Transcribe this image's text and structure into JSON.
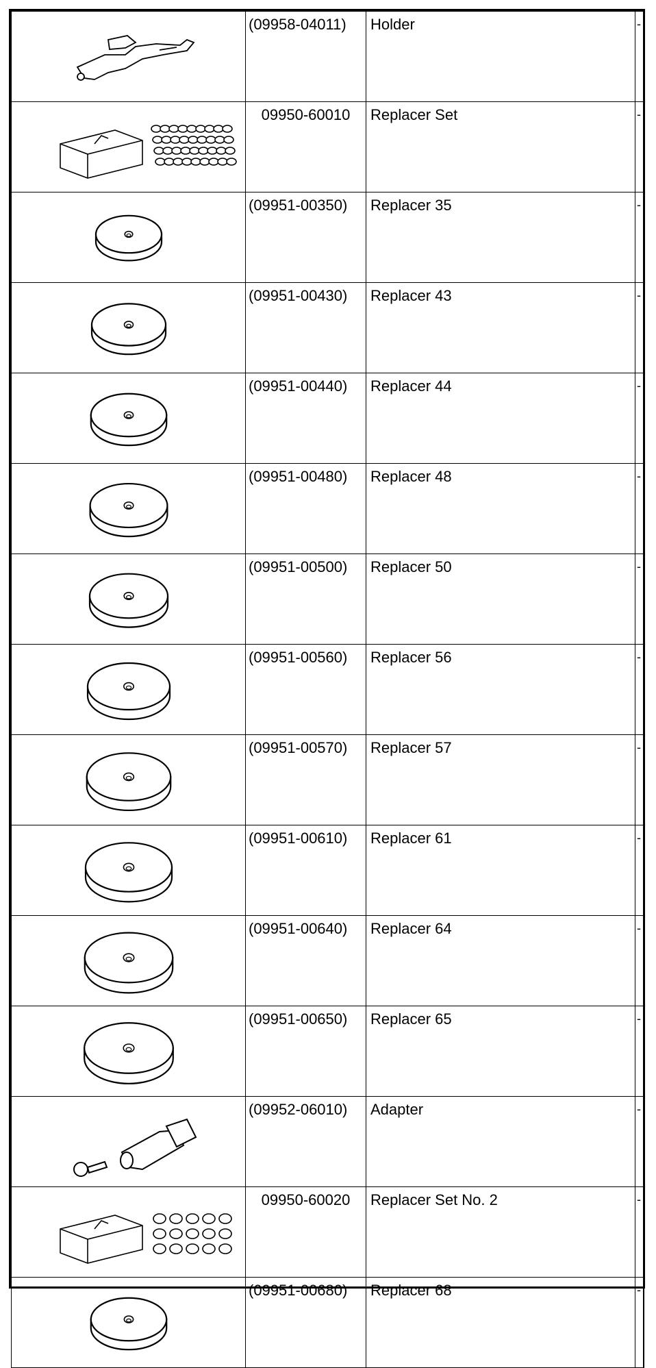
{
  "rows": [
    {
      "part_no": "(09958-04011)",
      "name": "Holder",
      "mark": "-",
      "icon": "holder-tool-icon",
      "centered": false
    },
    {
      "part_no": "09950-60010",
      "name": "Replacer Set",
      "mark": "-",
      "icon": "replacer-set-icon",
      "centered": true
    },
    {
      "part_no": "(09951-00350)",
      "name": "Replacer 35",
      "mark": "-",
      "icon": "replacer-disc-icon",
      "centered": false,
      "scale": 0.8
    },
    {
      "part_no": "(09951-00430)",
      "name": "Replacer 43",
      "mark": "-",
      "icon": "replacer-disc-icon",
      "centered": false,
      "scale": 0.9
    },
    {
      "part_no": "(09951-00440)",
      "name": "Replacer 44",
      "mark": "-",
      "icon": "replacer-disc-icon",
      "centered": false,
      "scale": 0.92
    },
    {
      "part_no": "(09951-00480)",
      "name": "Replacer 48",
      "mark": "-",
      "icon": "replacer-disc-icon",
      "centered": false,
      "scale": 0.94
    },
    {
      "part_no": "(09951-00500)",
      "name": "Replacer 50",
      "mark": "-",
      "icon": "replacer-disc-icon",
      "centered": false,
      "scale": 0.95
    },
    {
      "part_no": "(09951-00560)",
      "name": "Replacer 56",
      "mark": "-",
      "icon": "replacer-disc-icon",
      "centered": false,
      "scale": 1.0
    },
    {
      "part_no": "(09951-00570)",
      "name": "Replacer 57",
      "mark": "-",
      "icon": "replacer-disc-icon",
      "centered": false,
      "scale": 1.02
    },
    {
      "part_no": "(09951-00610)",
      "name": "Replacer 61",
      "mark": "-",
      "icon": "replacer-disc-icon",
      "centered": false,
      "scale": 1.05
    },
    {
      "part_no": "(09951-00640)",
      "name": "Replacer 64",
      "mark": "-",
      "icon": "replacer-disc-icon",
      "centered": false,
      "scale": 1.07
    },
    {
      "part_no": "(09951-00650)",
      "name": "Replacer 65",
      "mark": "-",
      "icon": "replacer-disc-icon",
      "centered": false,
      "scale": 1.08
    },
    {
      "part_no": "(09952-06010)",
      "name": "Adapter",
      "mark": "-",
      "icon": "adapter-icon",
      "centered": false
    },
    {
      "part_no": "09950-60020",
      "name": "Replacer Set No. 2",
      "mark": "-",
      "icon": "replacer-set-2-icon",
      "centered": true
    },
    {
      "part_no": "(09951-00680)",
      "name": "Replacer 68",
      "mark": "-",
      "icon": "replacer-disc-icon",
      "centered": false,
      "scale": 0.92
    }
  ]
}
